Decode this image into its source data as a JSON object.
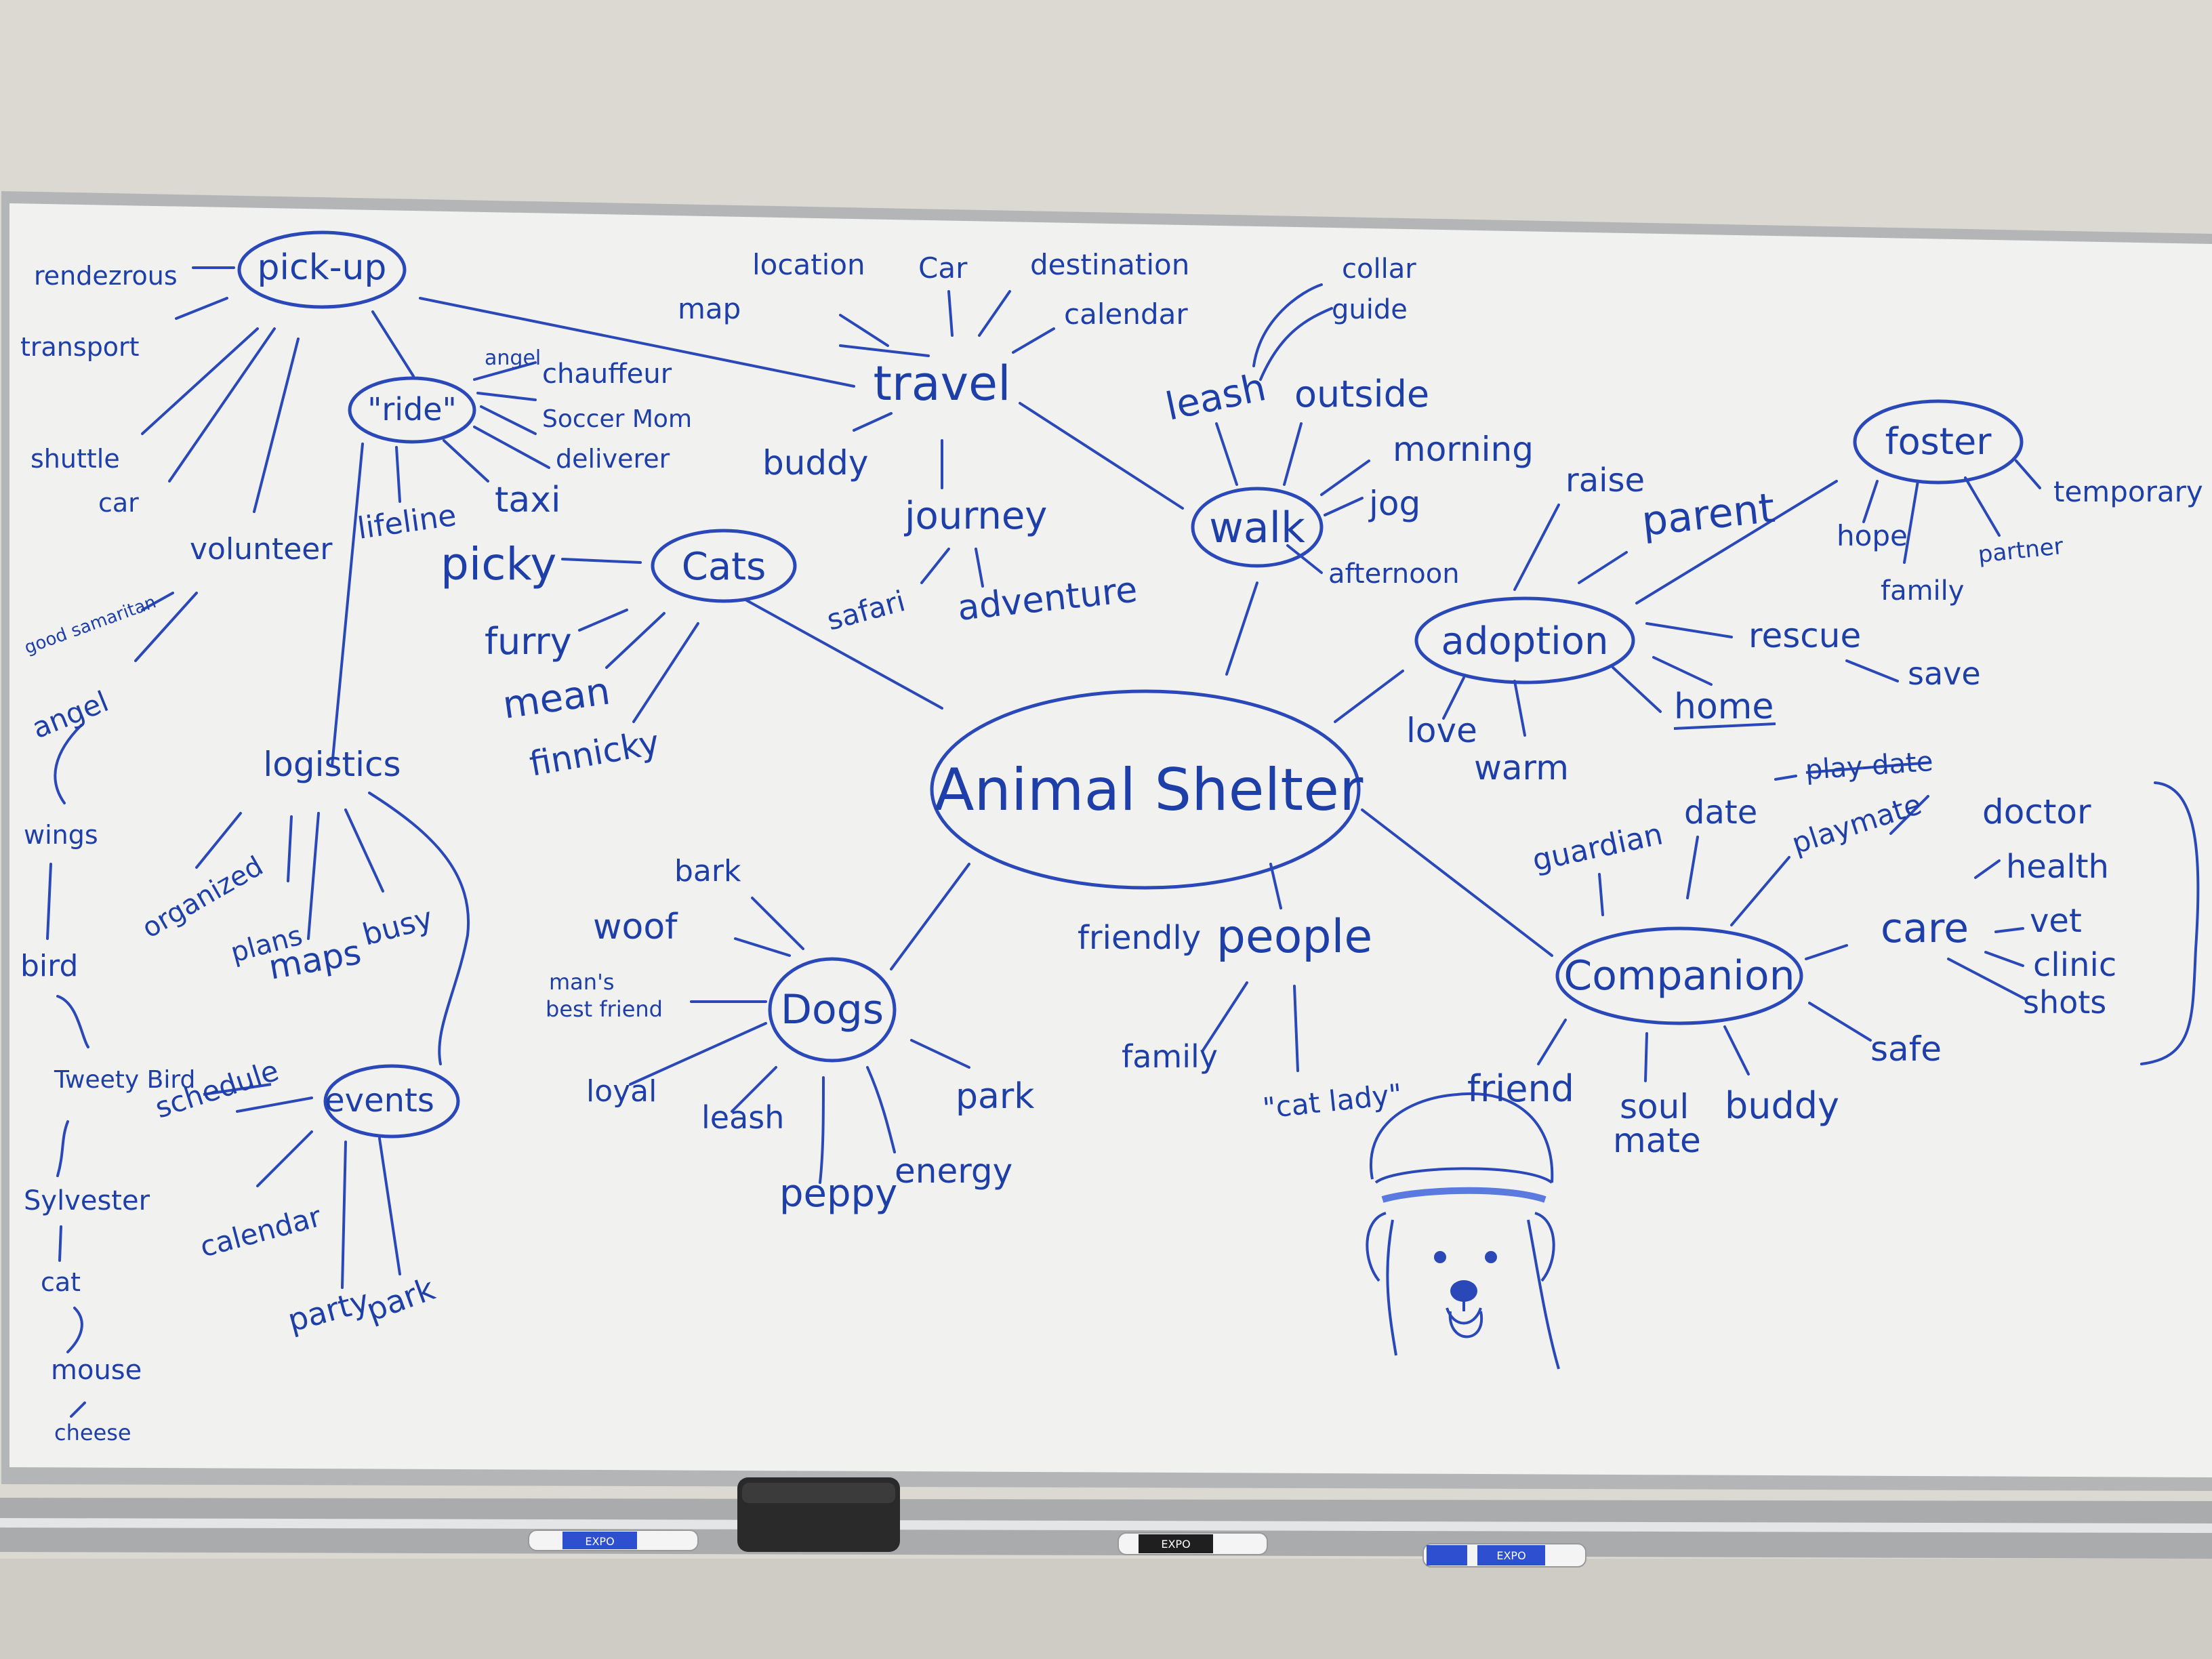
{
  "center": "Animal Shelter",
  "hubs": {
    "pickup": "pick-up",
    "ride": "\"ride\"",
    "travel": "travel",
    "walk": "walk",
    "foster": "foster",
    "adoption": "adoption",
    "cats": "Cats",
    "dogs": "Dogs",
    "companion": "Companion",
    "events": "events",
    "logistics": "logistics",
    "people": "people",
    "care": "care"
  },
  "words": {
    "rendezrous": "rendezrous",
    "transport": "transport",
    "shuttle": "shuttle",
    "car_left": "car",
    "volunteer": "volunteer",
    "good_samaritan": "good samaritan",
    "angel_left": "angel",
    "wings": "wings",
    "bird": "bird",
    "tweety_bird": "Tweety Bird",
    "sylvester": "Sylvester",
    "cat": "cat",
    "mouse": "mouse",
    "cheese": "cheese",
    "angel_ride": "angel",
    "chauffeur": "chauffeur",
    "soccer_mom": "Soccer Mom",
    "deliverer": "deliverer",
    "taxi": "taxi",
    "lifeline": "lifeline",
    "location": "location",
    "car_travel": "Car",
    "destination": "destination",
    "map": "map",
    "calendar_travel": "calendar",
    "buddy_travel": "buddy",
    "journey": "journey",
    "safari": "safari",
    "adventure": "adventure",
    "collar": "collar",
    "guide": "guide",
    "leash_walk": "leash",
    "outside": "outside",
    "morning": "morning",
    "jog": "jog",
    "afternoon": "afternoon",
    "picky": "picky",
    "furry": "furry",
    "mean": "mean",
    "finnicky": "finnicky",
    "raise": "raise",
    "parent": "parent",
    "rescue": "rescue",
    "save": "save",
    "home": "home",
    "love": "love",
    "warm": "warm",
    "hope": "hope",
    "family_foster": "family",
    "partner": "partner",
    "temporary": "temporary",
    "organized": "organized",
    "plans": "plans",
    "maps": "maps",
    "busy": "busy",
    "schedule": "schedule",
    "calendar_events": "calendar",
    "party": "party",
    "park_events": "park",
    "bark": "bark",
    "woof": "woof",
    "mans_best_friend_1": "man's",
    "mans_best_friend_2": "best friend",
    "loyal": "loyal",
    "leash_dogs": "leash",
    "peppy": "peppy",
    "energy": "energy",
    "park_dogs": "park",
    "friendly": "friendly",
    "family_people": "family",
    "cat_lady": "\"cat lady\"",
    "guardian": "guardian",
    "date": "date",
    "play_date": "play-date",
    "playmate": "playmate",
    "doctor": "doctor",
    "health": "health",
    "vet": "vet",
    "clinic": "clinic",
    "shots": "shots",
    "safe": "safe",
    "friend": "friend",
    "soul": "soul",
    "mate": "mate",
    "buddy_comp": "buddy"
  },
  "marker_labels": [
    "EXPO",
    "EXPO",
    "EXPO"
  ],
  "colors": {
    "wall": "#d9d6cf",
    "board": "#f2f3f1",
    "ink": "#1f3fa8",
    "frame": "#b9bbbd",
    "eraser": "#2a2a2a"
  },
  "icons": {
    "dog_drawing": "dog-face-icon",
    "eraser": "eraser-icon",
    "marker": "marker-icon"
  }
}
